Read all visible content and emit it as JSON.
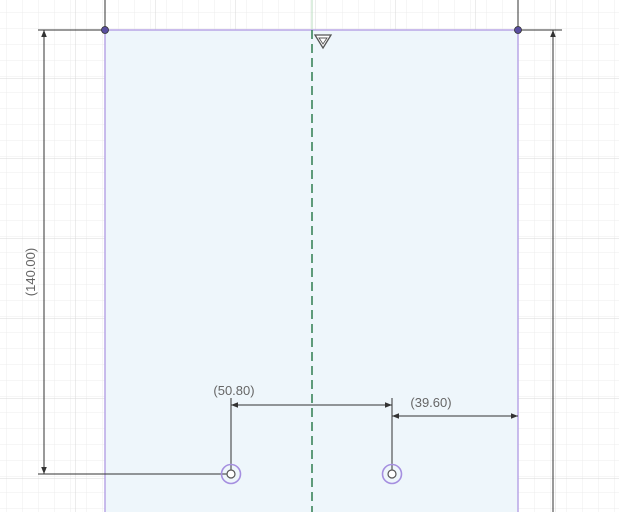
{
  "sketch": {
    "dimensions": {
      "height": "(140.00)",
      "hole_spacing": "(50.80)",
      "edge_offset": "(39.60)"
    },
    "colors": {
      "background": "#ffffff",
      "grid_minor": "#ececec",
      "grid_major": "#d8d8d8",
      "profile_fill": "#eef6fb",
      "profile_edge": "#b8a6e6",
      "centerline": "#2e7d4f",
      "axis": "#b9dcbf",
      "dimension_line": "#333333",
      "dimension_text": "#666666",
      "point": "#5a4fa0",
      "hole": "#a58fe0"
    },
    "icons": {
      "constraint": "constraint-triangle-icon",
      "sketch_point": "sketch-point-icon",
      "hole_center": "hole-center-icon"
    }
  }
}
